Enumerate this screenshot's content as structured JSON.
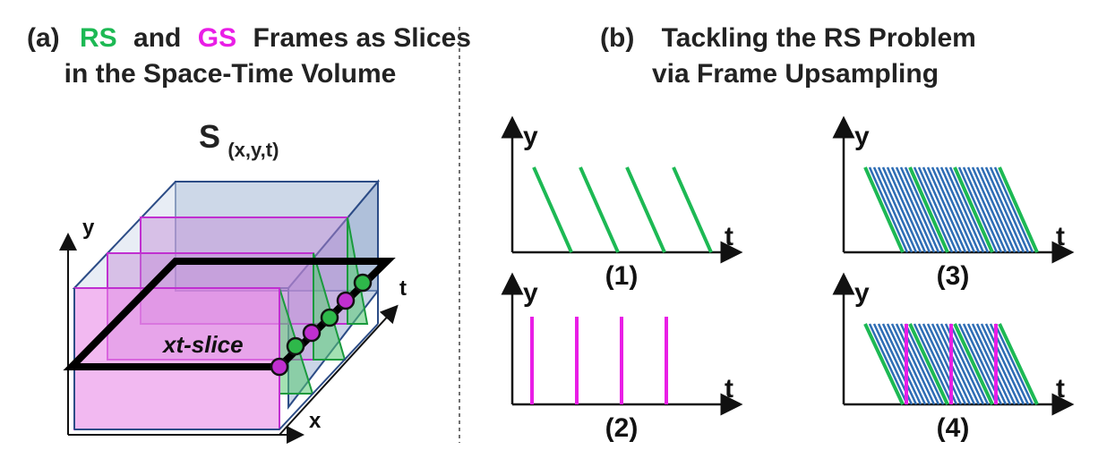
{
  "panel_a": {
    "label": "(a)",
    "title_rs": "RS",
    "title_and": "and",
    "title_gs": "GS",
    "title_rest": "Frames as Slices",
    "title_line2": "in the Space-Time Volume",
    "volume_s": "S",
    "volume_args": "(x,y,t)",
    "axis_y": "y",
    "axis_x": "x",
    "axis_t": "t",
    "slice_label": "xt-slice"
  },
  "panel_b": {
    "label": "(b)",
    "title_line1": "Tackling the RS Problem",
    "title_line2": "via Frame Upsampling",
    "plots": [
      {
        "id": "1",
        "caption": "(1)",
        "y_label": "y",
        "t_label": "t"
      },
      {
        "id": "2",
        "caption": "(2)",
        "y_label": "y",
        "t_label": "t"
      },
      {
        "id": "3",
        "caption": "(3)",
        "y_label": "y",
        "t_label": "t"
      },
      {
        "id": "4",
        "caption": "(4)",
        "y_label": "y",
        "t_label": "t"
      }
    ]
  },
  "colors": {
    "rs_green": "#1db954",
    "gs_magenta": "#e91ee6",
    "upsample_blue": "#2e6db5",
    "volume_fill": "#b9c8df",
    "magenta_fill": "#e98be8",
    "green_fill": "#7fd08f",
    "slice_black": "#000000"
  }
}
